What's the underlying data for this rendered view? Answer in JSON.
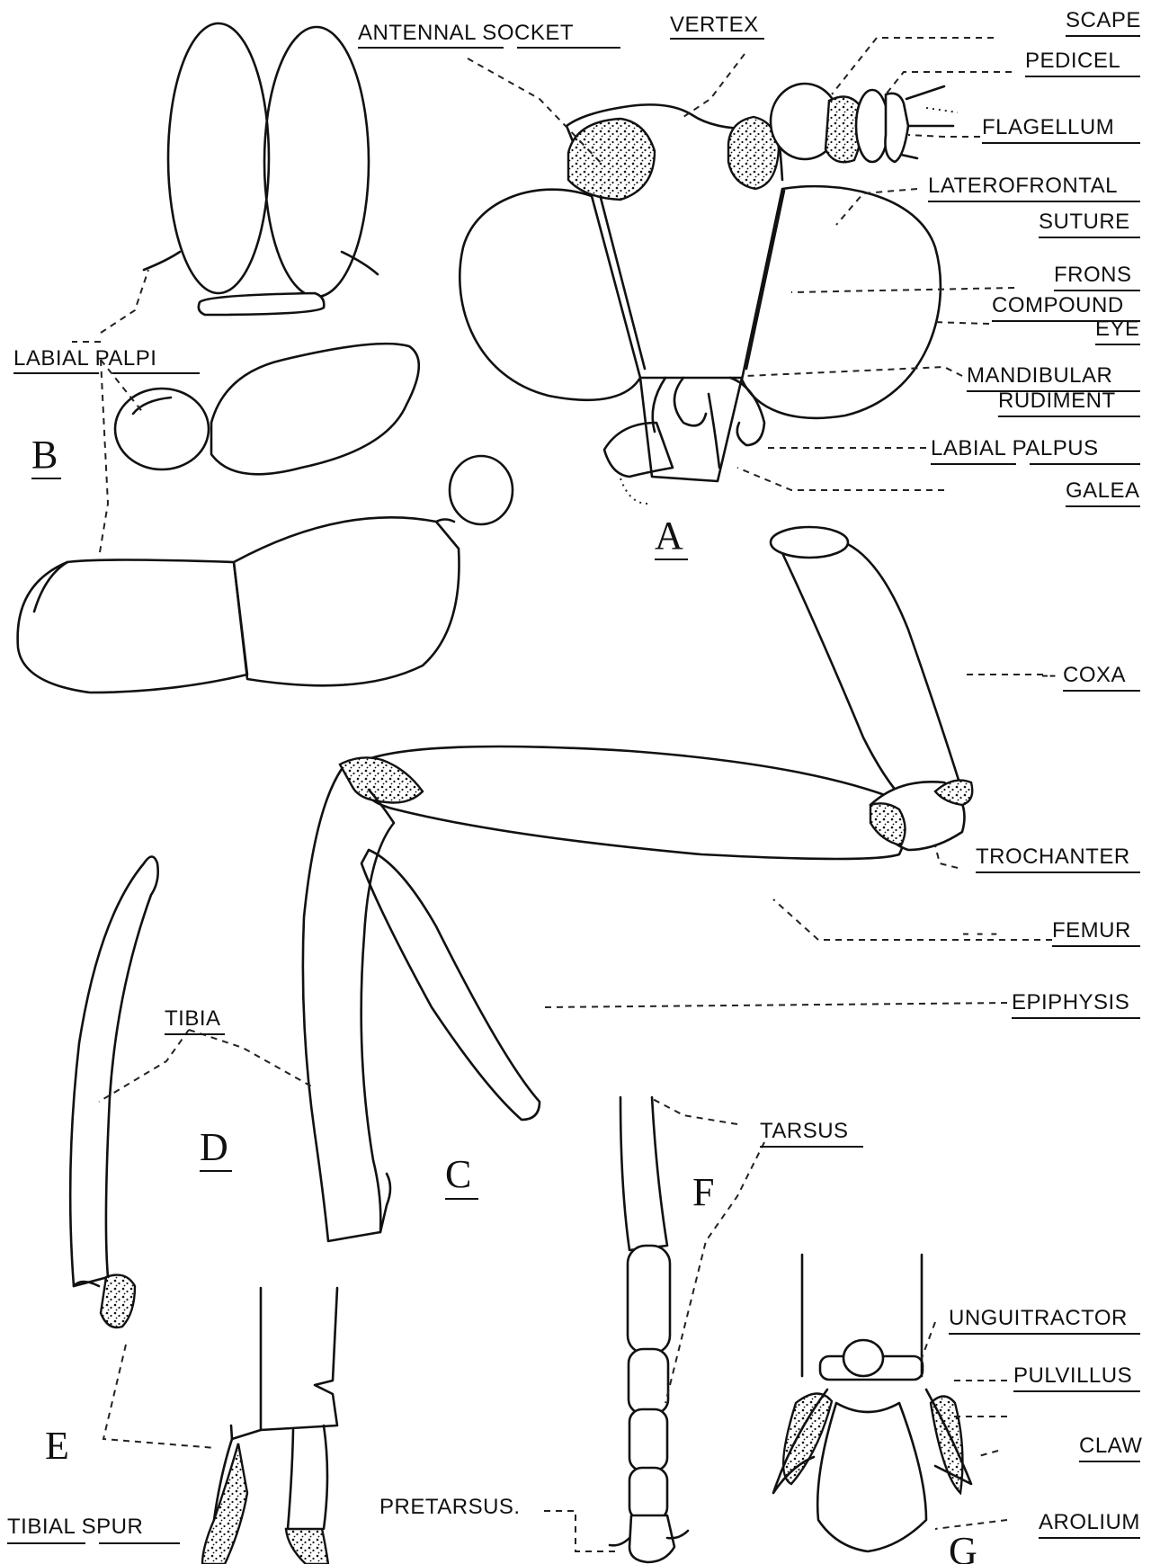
{
  "labels": {
    "antennal_socket": "ANTENNAL SOCKET",
    "vertex": "VERTEX",
    "scape": "SCAPE",
    "pedicel": "PEDICEL",
    "flagellum": "FLAGELLUM",
    "laterofrontal": "LATEROFRONTAL",
    "suture": "SUTURE",
    "frons": "FRONS",
    "compound": "COMPOUND",
    "eye": "EYE",
    "mandibular": "MANDIBULAR",
    "rudiment": "RUDIMENT",
    "labial_palpus": "LABIAL PALPUS",
    "galea": "GALEA",
    "labial_palpi": "LABIAL PALPI",
    "coxa": "COXA",
    "trochanter": "TROCHANTER",
    "femur": "FEMUR",
    "epiphysis": "EPIPHYSIS",
    "tibia": "TIBIA",
    "tarsus": "TARSUS",
    "unguitractor": "UNGUITRACTOR",
    "pulvillus": "PULVILLUS",
    "claw": "CLAW",
    "arolium": "AROLIUM",
    "pretarsus": "PRETARSUS.",
    "tibial_spur": "TIBIAL SPUR"
  },
  "figure_letters": {
    "a": "A",
    "b": "B",
    "c": "C",
    "d": "D",
    "e": "E",
    "f": "F",
    "g": "G"
  },
  "lead_marks": {
    "coxa": "--",
    "femur": "- - -"
  }
}
